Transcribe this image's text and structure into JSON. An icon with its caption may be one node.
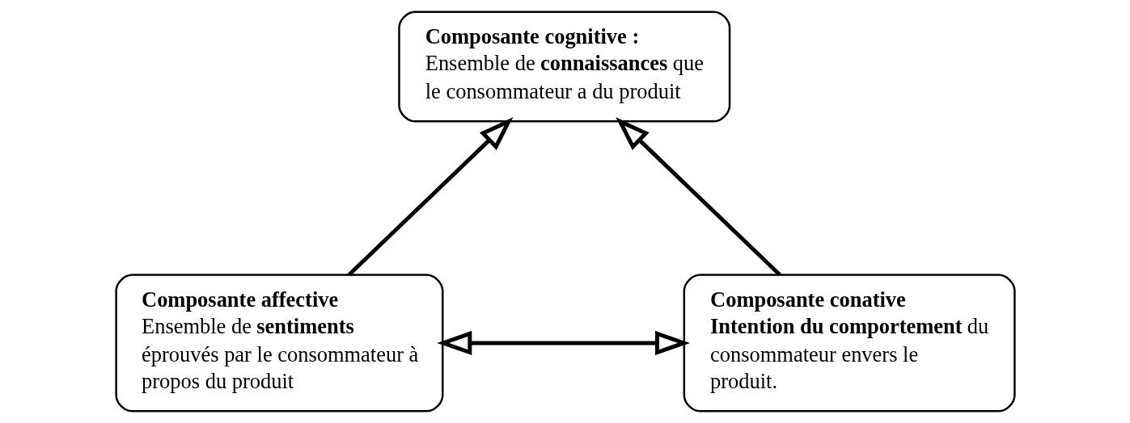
{
  "diagram": {
    "nodes": [
      {
        "text": [
          "Composante cognitive :",
          "Ensemble de **connaissances** que le consommateur a du produit"
        ]
      },
      {
        "text": [
          "Composante affective",
          "Ensemble de **sentiments** éprouvés par le consommateur à propos du produit"
        ]
      },
      {
        "text": [
          "Composante conative",
          "**Intention du comportement** du consommateur envers le produit."
        ]
      }
    ],
    "edges": [
      {
        "from": 1,
        "to": 2,
        "arrow": "both"
      },
      {
        "from": 1,
        "to": 0,
        "arrow": "to"
      },
      {
        "from": 2,
        "to": 0,
        "arrow": "to"
      }
    ]
  }
}
